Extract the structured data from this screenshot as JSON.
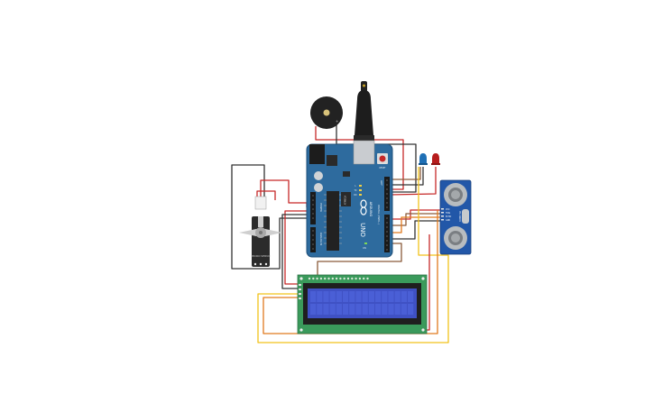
{
  "arduino": {
    "logo_text": "UNO",
    "brand_text": "ARDUINO",
    "chip_text": "ATMEGA",
    "digital_label": "DIGITAL (PWM~)",
    "power_label": "POWER",
    "analog_label": "ANALOG IN",
    "on_label": "ON",
    "l_label": "L",
    "tx_label": "TX",
    "rx_label": "RX",
    "aref_label": "AREF",
    "reset_label": "RESET"
  },
  "servo": {
    "label": "MICRO SERVO"
  },
  "ultrasonic": {
    "pin_labels": [
      "VCC",
      "TRIG",
      "ECHO",
      "GND"
    ],
    "model_text": "HC-SR04"
  },
  "lcd": {
    "pin_count": 16
  },
  "leds": {
    "colors": [
      "#1e6fb5",
      "#b71c1c"
    ]
  },
  "colors": {
    "board": "#2e6b9e",
    "lcd_pcb": "#3a9a5b",
    "lcd_screen": "#3f51c4",
    "sensor": "#2257a8",
    "wire_red": "#c62828",
    "wire_black": "#333333",
    "wire_yellow": "#f2c21b",
    "wire_orange": "#e07a1f",
    "wire_brown": "#8a5a3a"
  }
}
